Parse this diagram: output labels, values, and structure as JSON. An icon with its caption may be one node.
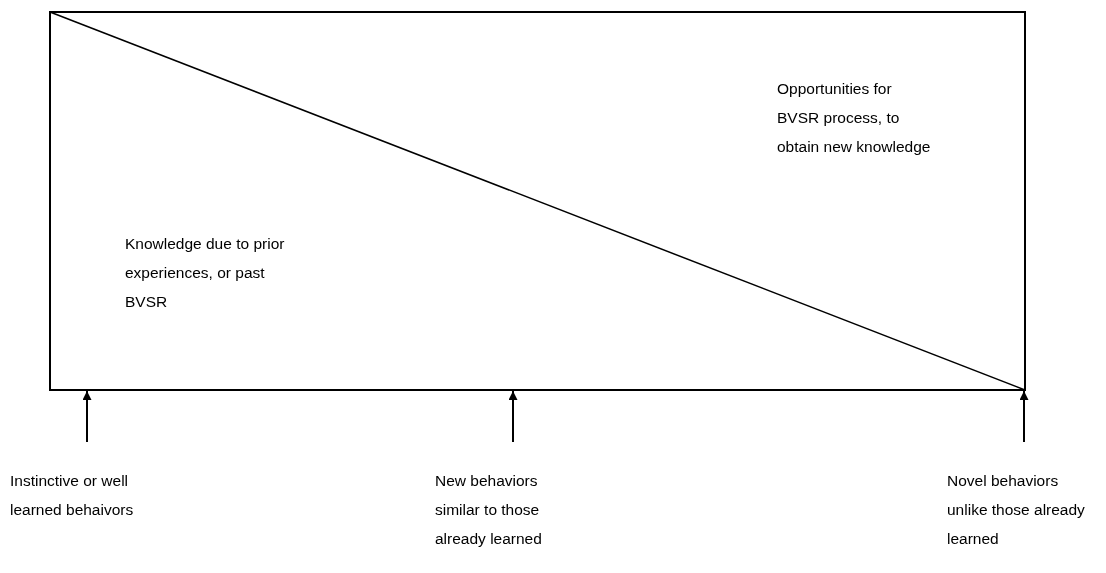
{
  "diagram": {
    "nodes": [
      {
        "text": [],
        "shape": "box"
      },
      {
        "text": [
          "Knowledge due to prior experiences, or past BVSR"
        ],
        "in": 0
      },
      {
        "text": [
          "Opportunities for BVSR process, to obtain new knowledge"
        ],
        "in": 0
      },
      {
        "text": [
          "Instinctive or well learned behaivors"
        ]
      },
      {
        "text": [
          "New behaviors similar to those already learned"
        ]
      },
      {
        "text": [
          "Novel behaviors unlike those already learned"
        ]
      }
    ],
    "edges": [
      {
        "from": 3,
        "to": 0,
        "arrow": "to"
      },
      {
        "from": 4,
        "to": 0,
        "arrow": "to"
      },
      {
        "from": 5,
        "to": 0,
        "arrow": "to"
      }
    ]
  }
}
